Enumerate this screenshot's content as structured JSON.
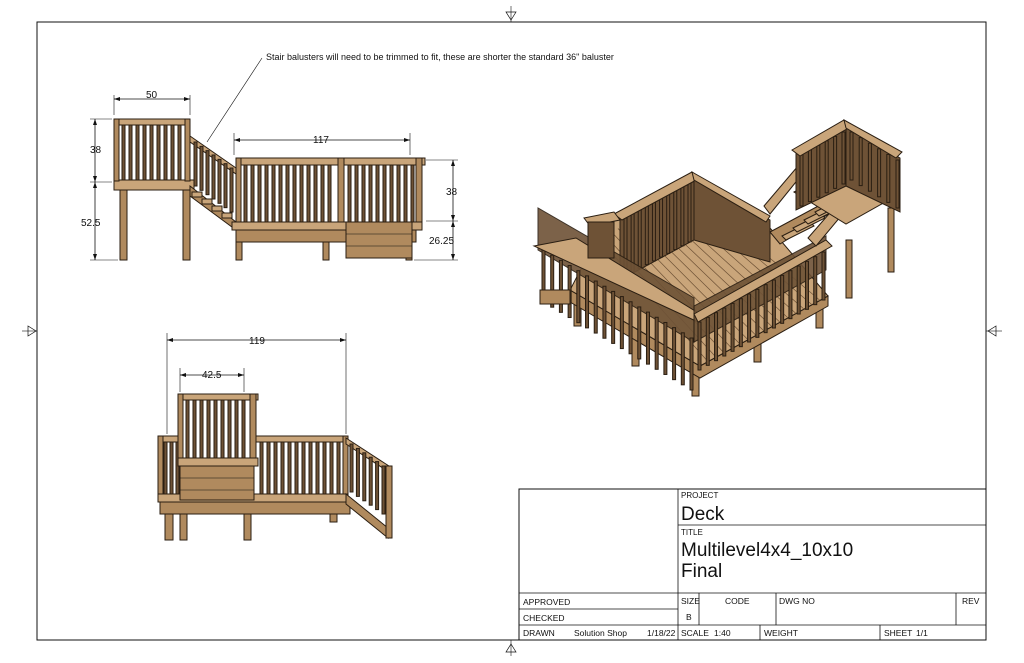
{
  "annotation": {
    "note": "Stair balusters will need to be trimmed to fit, these are shorter the standard 36\" baluster"
  },
  "dimensions": {
    "side_top_width": "50",
    "side_rail_height": "38",
    "side_deck_height": "52.5",
    "side_length": "117",
    "right_rail_height": "38",
    "right_step_height": "26.25",
    "front_width": "119",
    "front_inner_width": "42.5"
  },
  "title_block": {
    "project_label": "PROJECT",
    "project_value": "Deck",
    "title_label": "TITLE",
    "title_line1": "Multilevel4x4_10x10",
    "title_line2": "Final",
    "approved_label": "APPROVED",
    "checked_label": "CHECKED",
    "drawn_label": "DRAWN",
    "drawn_by": "Solution Shop",
    "drawn_date": "1/18/22",
    "size_label": "SIZE",
    "size_value": "B",
    "code_label": "CODE",
    "dwg_label": "DWG NO",
    "rev_label": "REV",
    "scale_label": "SCALE",
    "scale_value": "1:40",
    "weight_label": "WEIGHT",
    "sheet_label": "SHEET",
    "sheet_value": "1/1"
  },
  "colors": {
    "wood": "#b08a5e",
    "wood_light": "#c9a57a",
    "wood_dark": "#6e5236",
    "ink": "#111111"
  }
}
